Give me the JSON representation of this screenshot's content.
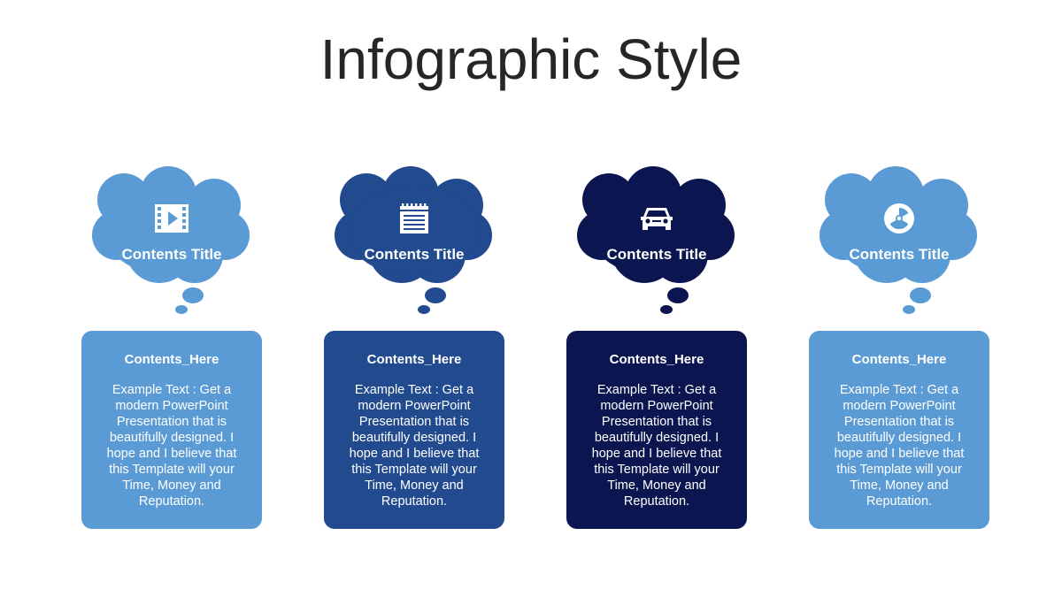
{
  "title": "Infographic Style",
  "colors": {
    "light_blue": "#5b9bd5",
    "medium_blue": "#214a8f",
    "navy": "#0b1650",
    "text_dark": "#262626"
  },
  "items": [
    {
      "icon": "video-icon",
      "color": "#5b9bd5",
      "cloud_title": "Contents Title",
      "heading": "Contents_Here",
      "body": "Example Text : Get a modern PowerPoint Presentation that is beautifully designed. I hope and I believe that this Template will your Time, Money and Reputation."
    },
    {
      "icon": "notepad-icon",
      "color": "#214a8f",
      "cloud_title": "Contents Title",
      "heading": "Contents_Here",
      "body": "Example Text : Get a modern PowerPoint Presentation that is beautifully designed. I hope and I believe that this Template will your Time, Money and Reputation."
    },
    {
      "icon": "car-icon",
      "color": "#0b1650",
      "cloud_title": "Contents Title",
      "heading": "Contents_Here",
      "body": "Example Text : Get a modern PowerPoint Presentation that is beautifully designed. I hope and I believe that this Template will your Time, Money and Reputation."
    },
    {
      "icon": "radiation-icon",
      "color": "#5b9bd5",
      "cloud_title": "Contents Title",
      "heading": "Contents_Here",
      "body": "Example Text : Get a modern PowerPoint Presentation that is beautifully designed. I hope and I believe that this Template will your Time, Money and Reputation."
    }
  ]
}
